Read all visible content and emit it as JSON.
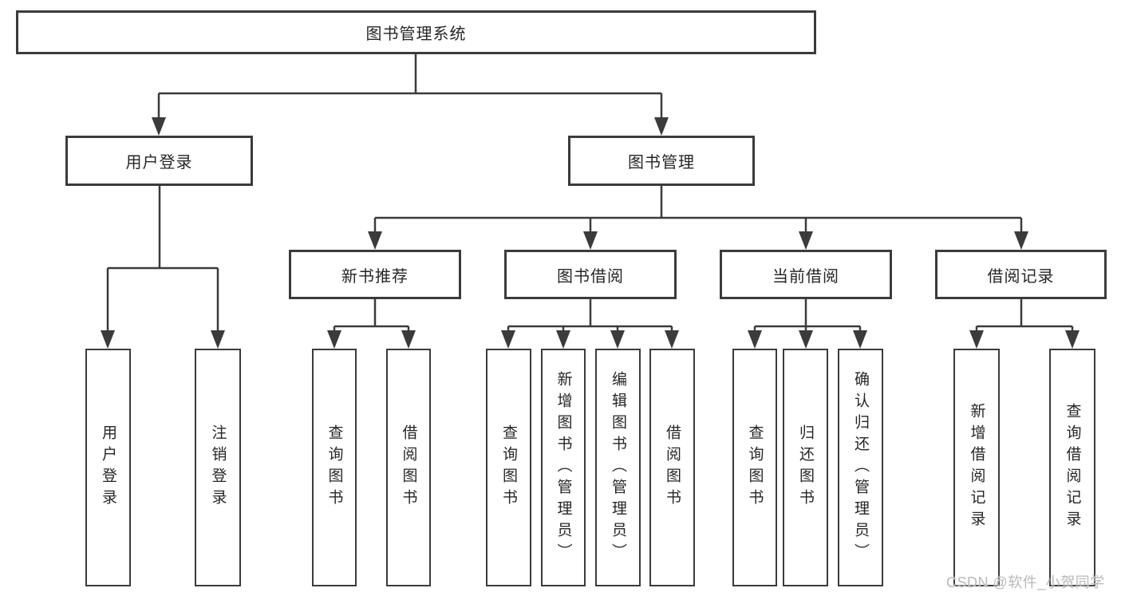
{
  "diagram_type": "hierarchy-functional-structure",
  "colors": {
    "background": "#ffffff",
    "box_fill": "#ffffff",
    "box_border": "#3b3b3b",
    "line": "#3b3b3b",
    "text": "#262626",
    "watermark": "#b9b9b9"
  },
  "tree": {
    "label": "图书管理系统",
    "children": [
      {
        "label": "用户登录",
        "children": [
          {
            "label": "用户登录"
          },
          {
            "label": "注销登录"
          }
        ]
      },
      {
        "label": "图书管理",
        "children": [
          {
            "label": "新书推荐",
            "children": [
              {
                "label": "查询图书"
              },
              {
                "label": "借阅图书"
              }
            ]
          },
          {
            "label": "图书借阅",
            "children": [
              {
                "label": "查询图书"
              },
              {
                "label": "新增图书（管理员）"
              },
              {
                "label": "编辑图书（管理员）"
              },
              {
                "label": "借阅图书"
              }
            ]
          },
          {
            "label": "当前借阅",
            "children": [
              {
                "label": "查询图书"
              },
              {
                "label": "归还图书"
              },
              {
                "label": "确认归还（管理员）"
              }
            ]
          },
          {
            "label": "借阅记录",
            "children": [
              {
                "label": "新增借阅记录"
              },
              {
                "label": "查询借阅记录"
              }
            ]
          }
        ]
      }
    ]
  },
  "watermark": {
    "text": "CSDN @软件_小贺同学"
  }
}
